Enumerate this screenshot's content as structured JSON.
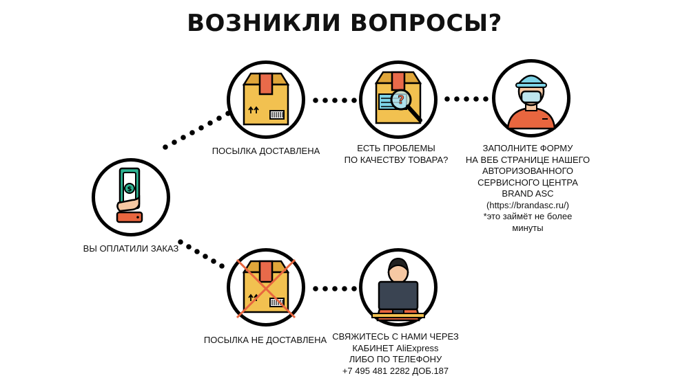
{
  "title": "ВОЗНИКЛИ ВОПРОСЫ?",
  "nodes": {
    "paid": {
      "icon": "cash-in-hand-icon",
      "label": "ВЫ ОПЛАТИЛИ ЗАКАЗ"
    },
    "delivered": {
      "icon": "package-box-icon",
      "label": "ПОСЫЛКА ДОСТАВЛЕНА"
    },
    "problems": {
      "icon": "package-magnifier-question-icon",
      "lines": [
        "ЕСТЬ ПРОБЛЕМЫ",
        "ПО КАЧЕСТВУ ТОВАРА?"
      ]
    },
    "service": {
      "icon": "service-technician-icon",
      "lines": [
        "ЗАПОЛНИТЕ ФОРМУ",
        "НА ВЕБ СТРАНИЦЕ НАШЕГО",
        "АВТОРИЗОВАННОГО",
        "СЕРВИСНОГО ЦЕНТРА",
        "BRAND ASC",
        "(https://brandasc.ru/)",
        "*это займёт не более",
        "минуты"
      ]
    },
    "not_delivered": {
      "icon": "crossed-package-icon",
      "label": "ПОСЫЛКА НЕ ДОСТАВЛЕНА"
    },
    "contact": {
      "icon": "person-at-computer-icon",
      "lines": [
        "СВЯЖИТЕСЬ  С НАМИ ЧЕРЕЗ",
        "КАБИНЕТ AliExpress",
        "ЛИБО ПО ТЕЛЕФОНУ",
        "+7 495 481 2282 ДОБ.187"
      ]
    }
  },
  "colors": {
    "box": "#F2C150",
    "box_dark": "#E0A63A",
    "tape": "#E86A4A",
    "money": "#2DB392",
    "outline": "#000000",
    "cap": "#7DD3E6",
    "shirt": "#E8663F",
    "cross": "#E8663F"
  }
}
